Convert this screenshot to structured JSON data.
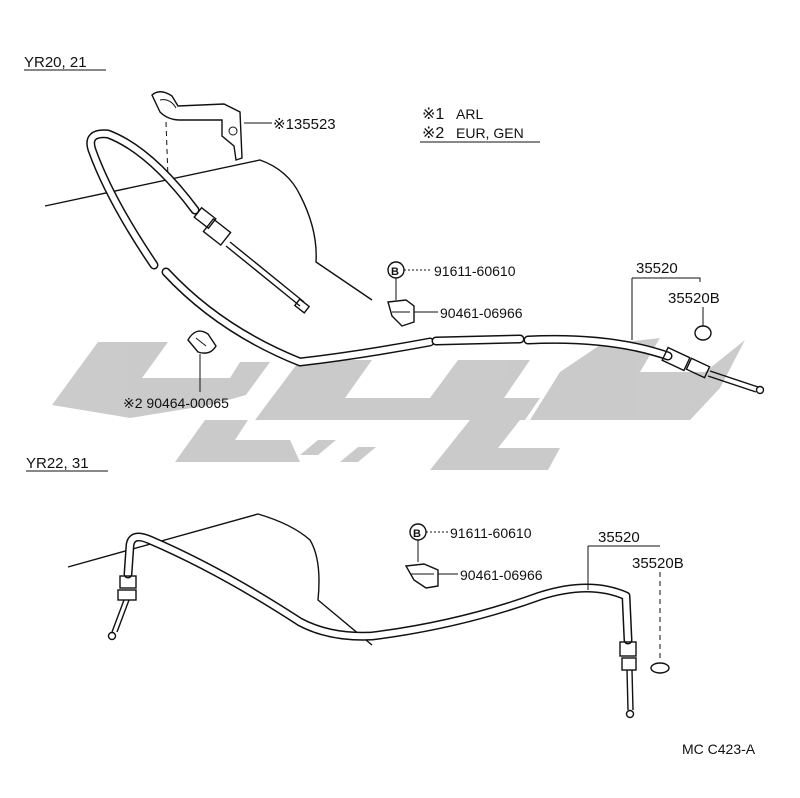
{
  "sections": [
    {
      "model_label": "YR20, 21"
    },
    {
      "model_label": "YR22, 31"
    }
  ],
  "legend": {
    "row1_mark": "※1",
    "row1_text": "ARL",
    "row2_mark": "※2",
    "row2_text": "EUR, GEN"
  },
  "top_parts": {
    "bracket": "※135523",
    "bolt_mark": "B",
    "bolt": "91611-60610",
    "clamp": "90461-06966",
    "cable": "35520",
    "ring": "35520B",
    "clip": "※2 90464-00065"
  },
  "bottom_parts": {
    "bolt_mark": "B",
    "bolt": "91611-60610",
    "clamp": "90461-06966",
    "cable": "35520",
    "ring": "35520B"
  },
  "watermark_color": "#c8c8c8",
  "diagram_code": "MC C423-A"
}
